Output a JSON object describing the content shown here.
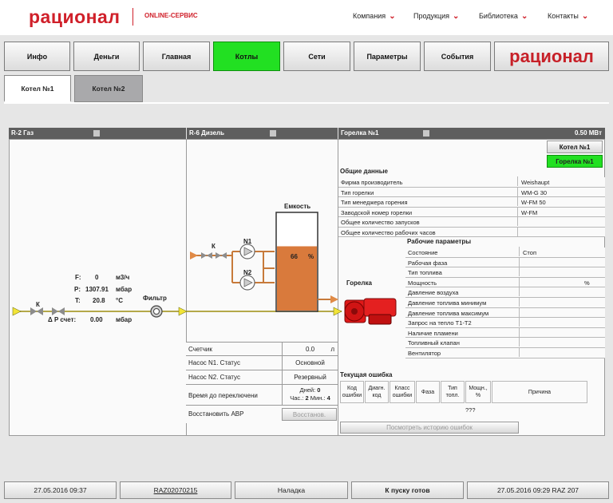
{
  "site": {
    "logo": "рационал",
    "logo_sub": "ONLINE-СЕРВИС",
    "menu": [
      "Компания",
      "Продукция",
      "Библиотека",
      "Контакты"
    ]
  },
  "nav": {
    "buttons": [
      "Инфо",
      "Деньги",
      "Главная",
      "Котлы",
      "Сети",
      "Параметры",
      "События"
    ],
    "active": "Котлы",
    "brand": "рационал"
  },
  "tabs": [
    "Котел №1",
    "Котел №2"
  ],
  "gas_panel": {
    "title": "R-2 Газ",
    "valve_label": "К",
    "F_label": "F:",
    "F_value": "0",
    "F_unit": "м3/ч",
    "P_label": "P:",
    "P_value": "1307.91",
    "P_unit": "мбар",
    "T_label": "T:",
    "T_value": "20.8",
    "T_unit": "°C",
    "dp_label": "Δ P счет:",
    "dp_value": "0.00",
    "dp_unit": "мбар",
    "filter_label": "Фильтр"
  },
  "diesel_panel": {
    "title": "R-6 Дизель",
    "valve_label": "К",
    "pump1_label": "N1",
    "pump2_label": "N2",
    "tank_label": "Емкость",
    "tank_level_pct": 66,
    "tank_value": "66",
    "tank_unit": "%",
    "rows": [
      {
        "label": "Счетчик",
        "value": "0.0",
        "unit": "л"
      },
      {
        "label": "Насос N1. Статус",
        "value": "Основной"
      },
      {
        "label": "Насос N2. Статус",
        "value": "Резервный"
      }
    ],
    "switch_label": "Время до переключени",
    "days_label": "Дней:",
    "days_value": "0",
    "hours_label": "Час.:",
    "hours_value": "2",
    "mins_label": "Мин.:",
    "mins_value": "4",
    "avr_label": "Восстановить АВР",
    "avr_button": "Восстанов."
  },
  "burner_panel": {
    "title": "Горелка №1",
    "power": "0.50 МВт",
    "burner_label": "Горелка",
    "boiler_btn": "Котел №1",
    "burner_btn": "Горелка №1",
    "general_title": "Общие данные",
    "general": [
      {
        "label": "Фирма производитель",
        "value": "Weishaupt"
      },
      {
        "label": "Тип горелки",
        "value": "WM-G 30"
      },
      {
        "label": "Тип менеджера горения",
        "value": "W-FM 50"
      },
      {
        "label": "Заводской номер горелки",
        "value": "W-FM"
      },
      {
        "label": "Общее количество запусков",
        "value": ""
      },
      {
        "label": "Общее количество рабочих часов",
        "value": ""
      }
    ],
    "work_title": "Рабочие параметры",
    "work": [
      {
        "label": "Состояние",
        "value": "Стоп"
      },
      {
        "label": "Рабочая фаза",
        "value": ""
      },
      {
        "label": "Тип топлива",
        "value": ""
      },
      {
        "label": "Мощность",
        "value": "%"
      },
      {
        "label": "Давление воздуха",
        "value": ""
      },
      {
        "label": "Давление топлива минимум",
        "value": ""
      },
      {
        "label": "Давление топлива максимум",
        "value": ""
      },
      {
        "label": "Запрос на тепло Т1-Т2",
        "value": ""
      },
      {
        "label": "Наличие пламени",
        "value": ""
      },
      {
        "label": "Топливный клапан",
        "value": ""
      },
      {
        "label": "Вентилятор",
        "value": ""
      }
    ],
    "error_title": "Текущая ошибка",
    "error_cols": [
      "Код ошибки",
      "Диагн. код",
      "Класс ошибки",
      "Фаза",
      "Тип топл.",
      "Мощн., %",
      "Причина"
    ],
    "error_value": "???",
    "history_btn": "Посмотреть историю ошибок"
  },
  "status_bar": [
    "27.05.2016 09:37",
    "RAZ02070215",
    "Наладка",
    "К пуску готов",
    "27.05.2016 09:29 RAZ 207"
  ],
  "colors": {
    "active_nav": "#22e022",
    "brand_red": "#d0202a",
    "tank_fill": "#d97a3c",
    "burner": "#e01818"
  }
}
